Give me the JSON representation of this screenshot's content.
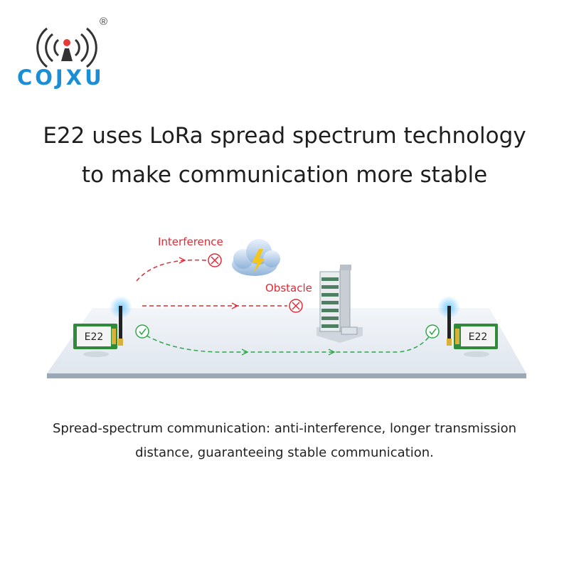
{
  "brand": {
    "name": "COJXU",
    "registered_mark": "®",
    "color": "#1a8fd6"
  },
  "headline": {
    "line1": "E22 uses LoRa spread spectrum technology",
    "line2": "to make communication more stable"
  },
  "diagram": {
    "left_module_label": "E22",
    "right_module_label": "E22",
    "interference_label": "Interference",
    "obstacle_label": "Obstacle",
    "blocked_color": "#e02a36",
    "success_color": "#2fa64a",
    "icons": [
      "antenna-icon",
      "storm-cloud-icon",
      "building-icon",
      "cross-circle-icon",
      "check-circle-icon"
    ]
  },
  "caption": {
    "line1": "Spread-spectrum communication: anti-interference, longer transmission",
    "line2": "distance, guaranteeing stable communication."
  }
}
